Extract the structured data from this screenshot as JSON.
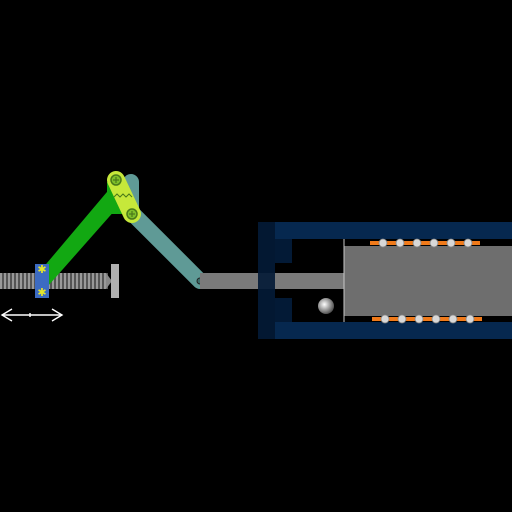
{
  "diagram": {
    "kind": "toggle-linkage press mechanism",
    "labels": [],
    "components": {
      "lead_screw": {
        "icon": "threaded-rod"
      },
      "screw_stop": {
        "icon": "stop-plate"
      },
      "slider_block": {
        "icon": "bearing-block"
      },
      "adjust_arrow": {
        "icon": "double-headed-arrow",
        "direction": "horizontal"
      },
      "drive_link": {
        "icon": "link-arm"
      },
      "toggle_plate": {
        "icon": "toggle-plate"
      },
      "output_link": {
        "icon": "link-arm"
      },
      "push_rod": {
        "icon": "rod"
      },
      "cylinder_housing": {
        "icon": "housing-frame"
      },
      "ram": {
        "icon": "ram-block"
      },
      "bearing_rows": {
        "icon": "ball-bearing-row",
        "balls_per_row": 6,
        "rows": 2
      },
      "ball_indicator": {
        "icon": "ball"
      }
    },
    "colors": {
      "background": "#000000",
      "screw": "#8c8c8c",
      "drive_link": "#12a812",
      "toggle_plate": "#c6e83a",
      "output_link": "#5f9a96",
      "rod": "#7a7a7a",
      "housing": "#06284f",
      "housing_dark": "#031a36",
      "ram": "#6e6e6e",
      "bearing_track": "#f07a1a",
      "bearing_ball": "#d8d8d8",
      "slider_block": "#3c6bc2",
      "slider_star": "#e6e62a",
      "arrow": "#ffffff"
    }
  }
}
